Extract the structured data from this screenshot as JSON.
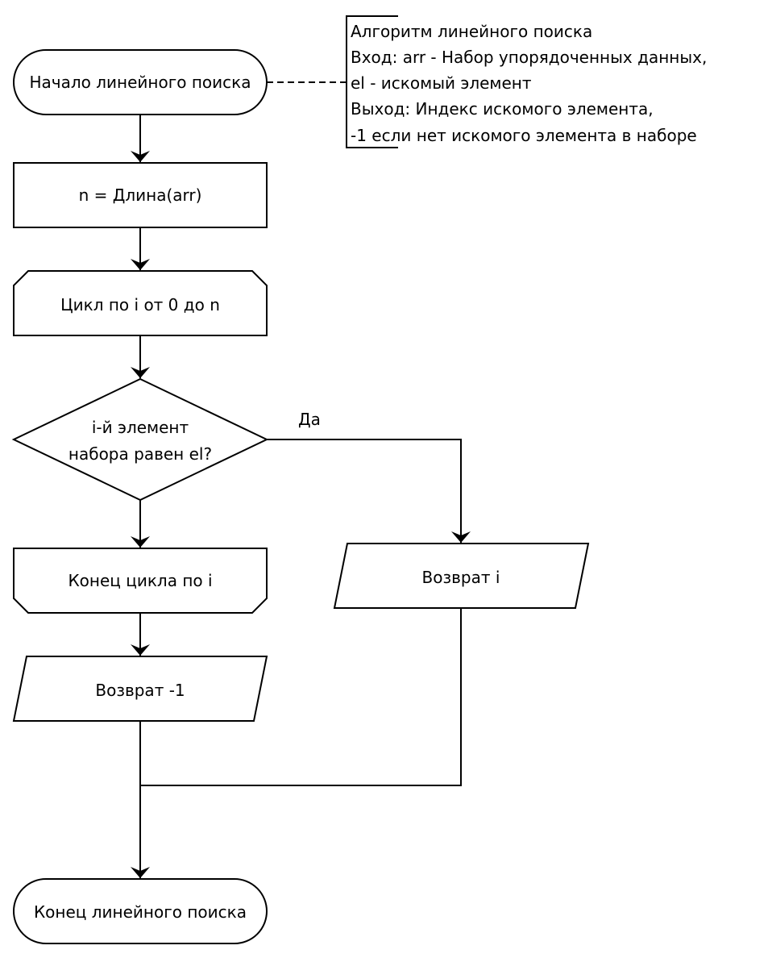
{
  "nodes": {
    "start": "Начало линейного поиска",
    "init": "n = Длина(arr)",
    "loop_start": "Цикл по i от 0 до n",
    "condition": [
      "i-й элемент",
      "набора равен el?"
    ],
    "loop_end": "Конец цикла по i",
    "return_i": "Возврат i",
    "return_minus_one": "Возврат -1",
    "end": "Конец линейного поиска"
  },
  "edges": {
    "yes_label": "Да"
  },
  "annotation": {
    "lines": [
      "Алгоритм линейного поиска",
      "Вход: arr - Набор упорядоченных данных,",
      "el - искомый элемент",
      "Выход: Индекс искомого элемента,",
      "-1 если нет искомого элемента в наборе"
    ]
  }
}
